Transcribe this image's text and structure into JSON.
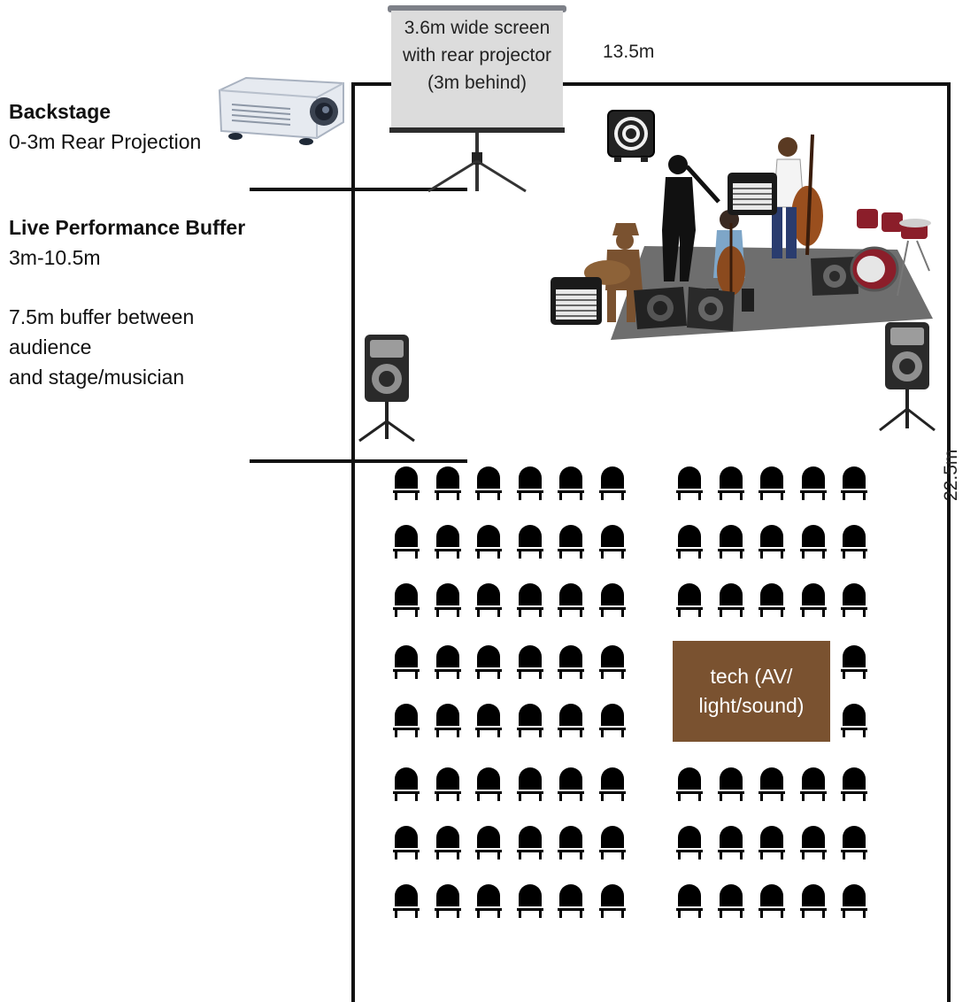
{
  "screen": {
    "caption": "3.6m wide screen with rear projector (3m behind)"
  },
  "room": {
    "width_label": "13.5m",
    "length_label": "22.5m"
  },
  "zones": {
    "backstage": {
      "title": "Backstage",
      "subtitle": "0-3m Rear Projection"
    },
    "buffer": {
      "title": "Live Performance Buffer",
      "range": "3m-10.5m",
      "note_line1": "7.5m buffer between",
      "note_line2": "audience",
      "note_line3": "and stage/musician"
    }
  },
  "tech_booth": {
    "label": "tech (AV/ light/sound)"
  },
  "seating": {
    "left_block": {
      "rows": 8,
      "cols": 6
    },
    "right_block": {
      "rows": 8,
      "cols": 5,
      "note": "rows 4-5 only the rightmost seat remains beside the tech booth"
    }
  },
  "icons": [
    "projector-icon",
    "screen-stand-icon",
    "subwoofer-icon",
    "pa-speaker-icon",
    "amplifier-icon",
    "drum-kit-icon",
    "stage-monitor-icon",
    "musician-icon",
    "chair-icon"
  ],
  "colors": {
    "tech_booth": "#7a5230",
    "stage": "#6e6e6e",
    "walls": "#111111"
  }
}
